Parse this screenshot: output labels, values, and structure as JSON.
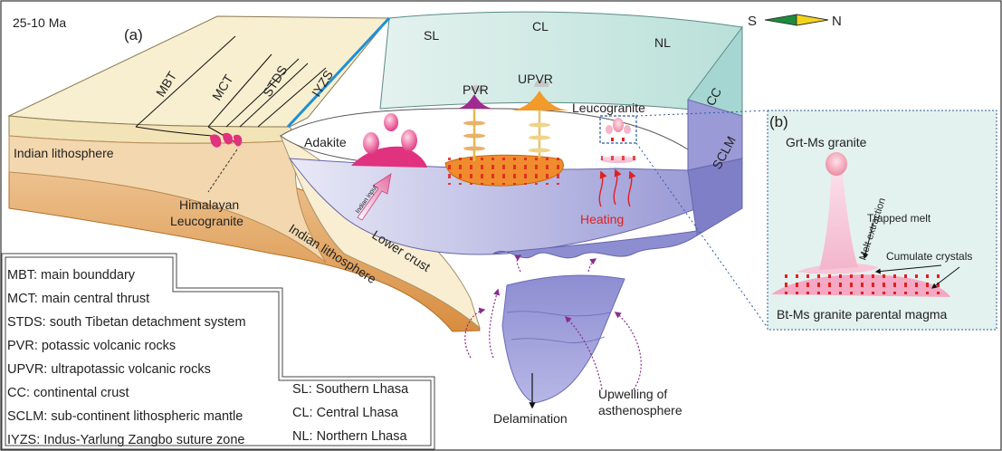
{
  "age": "25-10 Ma",
  "panel_a": "(a)",
  "panel_b": "(b)",
  "compass": {
    "south": "S",
    "north": "N"
  },
  "structures": {
    "mbt": "MBT",
    "mct": "MCT",
    "stds": "STDS",
    "iyzs": "IYZS"
  },
  "terranes": {
    "sl": "SL",
    "cl": "CL",
    "nl": "NL",
    "cc": "CC",
    "sclm": "SCLM"
  },
  "magmas": {
    "pvr": "PVR",
    "upvr": "UPVR",
    "leucogranite": "Leucogranite",
    "adakite": "Adakite",
    "indian_input": "Indian input",
    "heating": "Heating",
    "himalayan_leucogranite": [
      "Himalayan",
      "Leucogranite"
    ]
  },
  "crust_labels": {
    "indian_lithosphere_upper": "Indian lithosphere",
    "indian_lithosphere_lower": "Indian lithosphere",
    "lower_crust": "Lower crust"
  },
  "mantle_labels": {
    "delamination": "Delamination",
    "upwelling": [
      "Upwelling of",
      "asthenosphere"
    ]
  },
  "inset": {
    "grt_ms": "Grt-Ms granite",
    "melt_extraction": "Melt extraction",
    "trapped_melt": "Trapped melt",
    "cumulate": "Cumulate crystals",
    "parental": "Bt-Ms granite parental magma"
  },
  "legend_left": [
    "MBT: main bounddary",
    "MCT: main central thrust",
    "STDS: south Tibetan detachment system",
    "PVR:  potassic volcanic rocks",
    "UPVR: ultrapotassic volcanic rocks",
    "CC:  continental crust",
    "SCLM: sub-continent lithospheric mantle",
    "IYZS: Indus-Yarlung Zangbo suture zone"
  ],
  "legend_right": [
    "SL: Southern Lhasa",
    "CL: Central Lhasa",
    "NL: Northern Lhasa"
  ],
  "colors": {
    "tethyan": "#f6ecc6",
    "lhasa_top": "#d2ebe6",
    "sclm": "#8e8ecf",
    "indian_litho": "#e9b477",
    "adakite": "#e0327f",
    "melt_zone": "#ee8a32",
    "heating": "#e02020",
    "inset_bg": "#e3f2ee"
  }
}
